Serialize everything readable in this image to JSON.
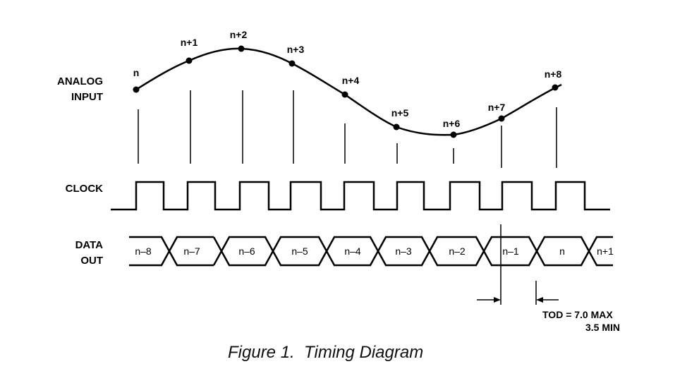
{
  "signals": {
    "analog_input": [
      "ANALOG",
      "INPUT"
    ],
    "clock": "CLOCK",
    "data_out": [
      "DATA",
      "OUT"
    ]
  },
  "sample_points": [
    "n",
    "n+1",
    "n+2",
    "n+3",
    "n+4",
    "n+5",
    "n+6",
    "n+7",
    "n+8"
  ],
  "data_cells": [
    "n–8",
    "n–7",
    "n–6",
    "n–5",
    "n–4",
    "n–3",
    "n–2",
    "n–1",
    "n",
    "n+1"
  ],
  "timing_note": [
    "TOD = 7.0 MAX",
    "3.5 MIN"
  ],
  "caption": "Figure 1.  Timing Diagram"
}
